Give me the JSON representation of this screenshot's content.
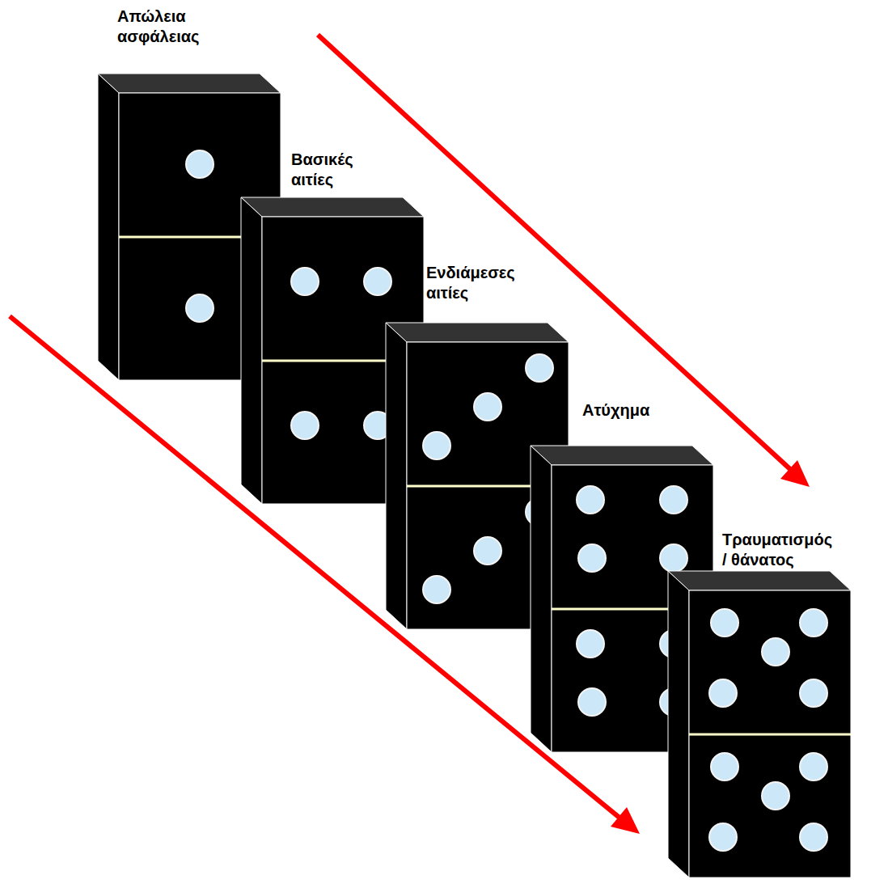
{
  "diagram": {
    "nodes": [
      {
        "text": [
          "Απώλεια ασφάλειας"
        ]
      },
      {
        "text": [
          "Βασικές αιτίες"
        ]
      },
      {
        "text": [
          "Ενδιάμεσες αιτίες"
        ]
      },
      {
        "text": [
          "Ατύχημα"
        ]
      },
      {
        "text": [
          "Τραυματισμός / θάνατος"
        ]
      }
    ]
  }
}
